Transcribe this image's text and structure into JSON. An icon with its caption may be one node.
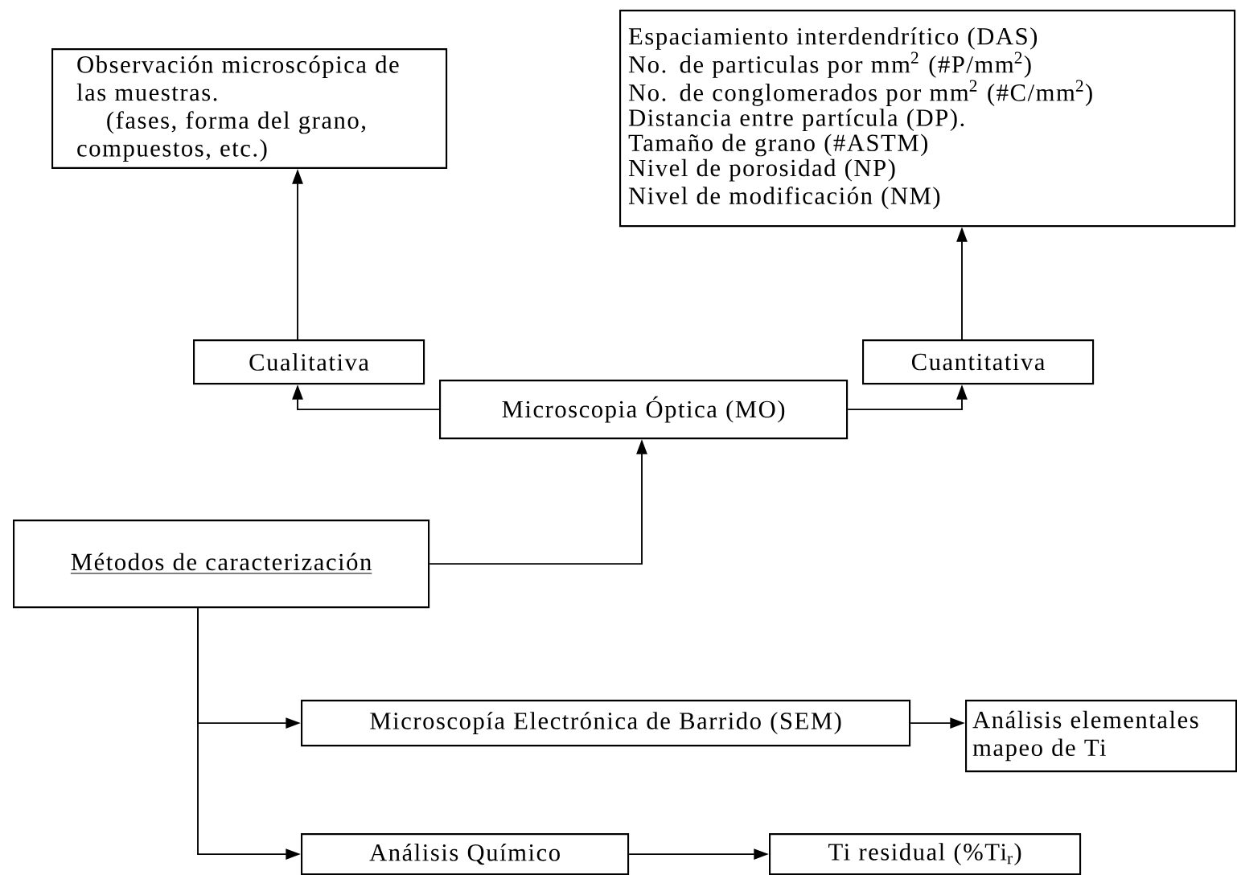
{
  "diagram": {
    "nodes": [
      {
        "text": [
          "Observación microscópica de las muestras.",
          "(fases, forma del grano, compuestos, etc.)"
        ]
      },
      {
        "text": [
          "Espaciamiento interdendrítico (DAS)",
          "No. de particulas por mm$^{2}$ (#P/mm$^{2}$)",
          "No. de conglomerados por mm$^{2}$ (#C/mm$^{2}$)",
          "Distancia entre partícula (DP).",
          "Tamaño de grano (#ASTM)",
          "Nivel de porosidad (NP)",
          "Nivel de modificación (NM)"
        ]
      },
      {
        "text": [
          "Cualitativa"
        ]
      },
      {
        "text": [
          "Cuantitativa"
        ]
      },
      {
        "text": [
          "Microscopia Óptica (MO)"
        ]
      },
      {
        "text": [
          "Métodos de caracterización"
        ]
      },
      {
        "text": [
          "Microscopía Electrónica de Barrido (SEM)"
        ]
      },
      {
        "text": [
          "Análisis elementales mapeo de Ti"
        ]
      },
      {
        "text": [
          "Análisis Químico"
        ]
      },
      {
        "text": [
          "Ti residual (%Ti$_{r}$)"
        ]
      }
    ],
    "edges": [
      {
        "from": 2,
        "to": 0,
        "arrow": "to"
      },
      {
        "from": 3,
        "to": 1,
        "arrow": "to"
      },
      {
        "from": 4,
        "to": 2,
        "arrow": "to"
      },
      {
        "from": 4,
        "to": 3,
        "arrow": "to"
      },
      {
        "from": 5,
        "to": 4,
        "arrow": "to"
      },
      {
        "from": 5,
        "to": 6,
        "arrow": "to"
      },
      {
        "from": 5,
        "to": 8,
        "arrow": "to"
      },
      {
        "from": 6,
        "to": 7,
        "arrow": "to"
      },
      {
        "from": 8,
        "to": 9,
        "arrow": "to"
      }
    ]
  }
}
